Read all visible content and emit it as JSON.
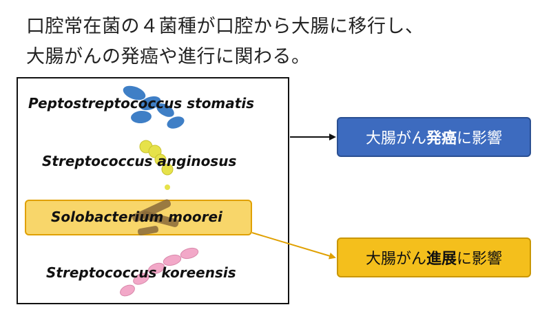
{
  "title": {
    "line1": "口腔常在菌の４菌種が口腔から大腸に移行し、",
    "line2": "大腸がんの発癌や進行に関わる。"
  },
  "species": [
    "Peptostreptococcus stomatis",
    "Streptococcus anginosus",
    "Solobacterium moorei",
    "Streptococcus koreensis"
  ],
  "effects": {
    "onset": {
      "prefix": "大腸がん",
      "keyword": "発癌",
      "suffix": "に影響"
    },
    "progression": {
      "prefix": "大腸がん",
      "keyword": "進展",
      "suffix": "に影響"
    }
  },
  "colors": {
    "onset_box": "#3d6bbf",
    "progression_box": "#f4bf1c",
    "highlight": "#f8d66a",
    "stomatis": "#3f7fc6",
    "anginosus": "#e6e24a",
    "moorei": "#8a6a3a",
    "koreensis": "#f2a8c8"
  }
}
